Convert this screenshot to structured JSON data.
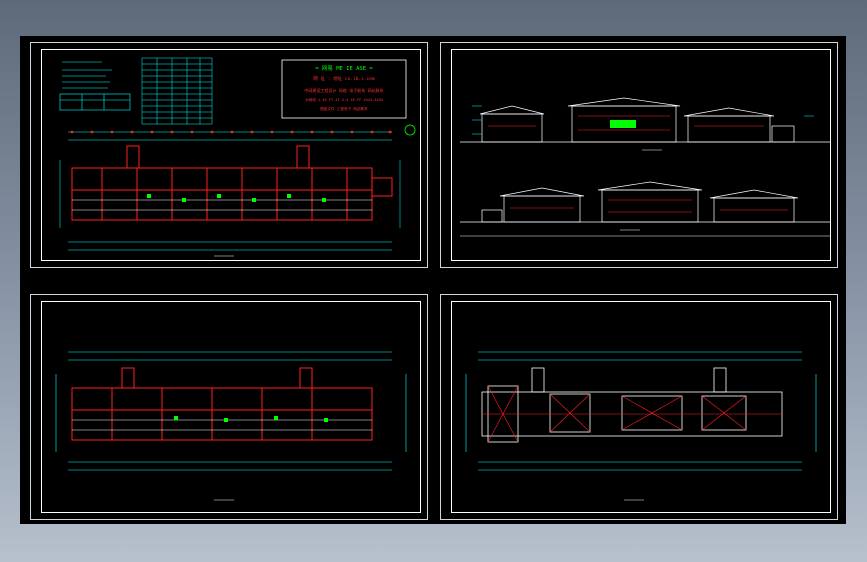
{
  "sheets": [
    {
      "id": "sheet-1",
      "content": "first-floor-plan"
    },
    {
      "id": "sheet-2",
      "content": "elevations"
    },
    {
      "id": "sheet-3",
      "content": "second-floor-plan"
    },
    {
      "id": "sheet-4",
      "content": "roof-plan"
    }
  ],
  "banner": {
    "line1": "= 网易 ME IE ASE =",
    "line2": "网 址 : 地址   co.ib.s.com",
    "line3": "中网建设工程设计 网络 电子联系 网站联系",
    "line4": "大网络 1-45 FT-4T 4-4 45-FF 4444-4484",
    "line5": "图纸文件 工程电子 网站联系"
  },
  "colors": {
    "background": "#000000",
    "dimension": "#00ffff",
    "wall": "#ff2020",
    "label": "#00ff00",
    "frame": "#ffffff"
  }
}
